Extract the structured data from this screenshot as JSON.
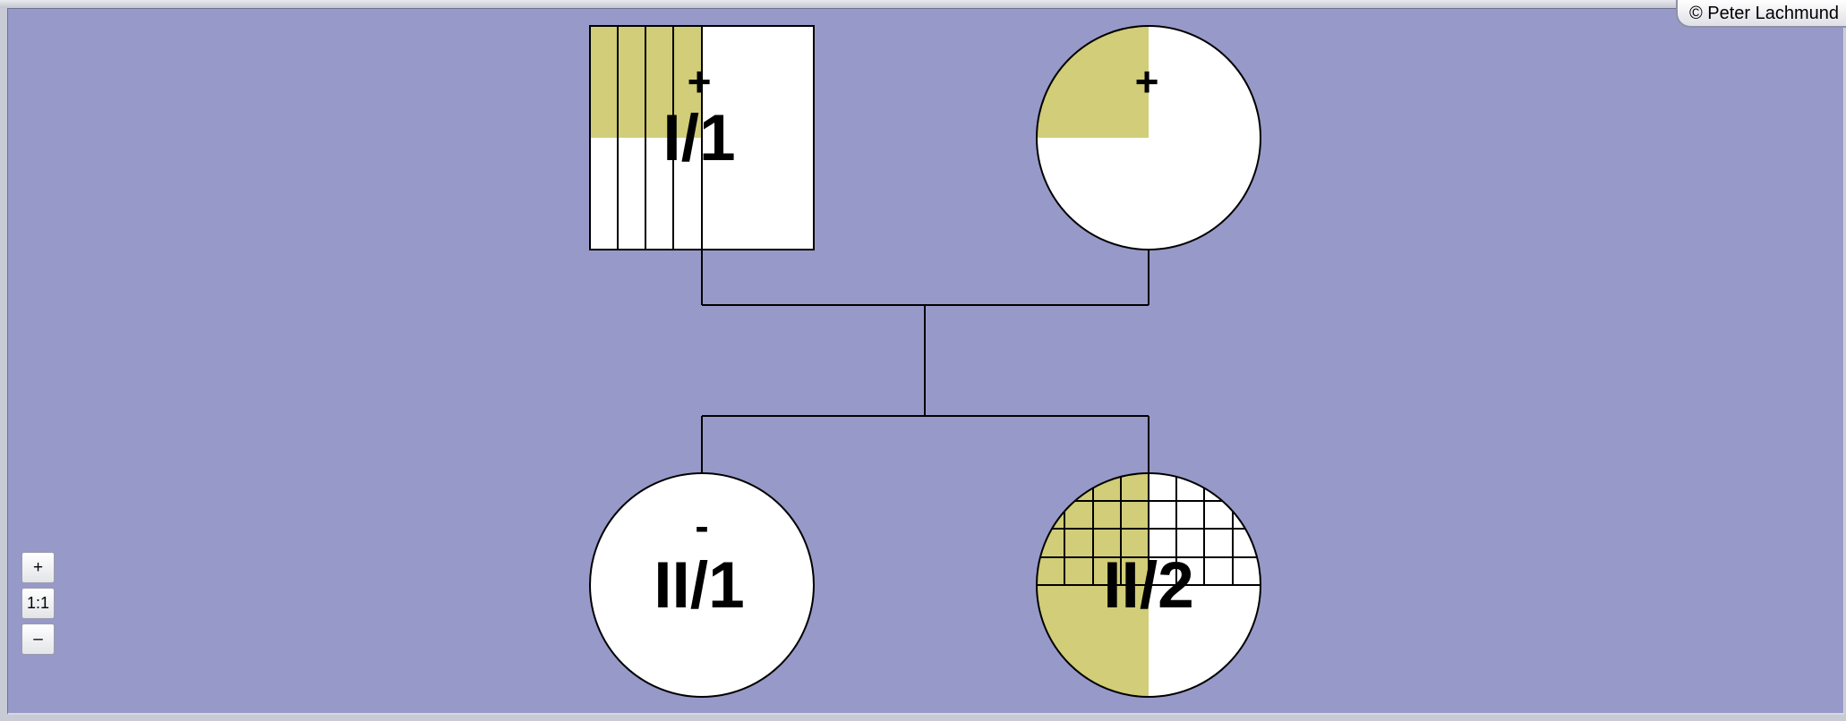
{
  "copyright": "© Peter Lachmund",
  "zoom": {
    "zoom_in_label": "+",
    "reset_label": "1:1",
    "zoom_out_label": "–"
  },
  "colors": {
    "canvas_background": "#9799c9",
    "affected_fill": "#d1cd78",
    "symbol_fill": "#ffffff",
    "line_color": "#000000"
  },
  "individuals": [
    {
      "id": "I/1",
      "label": "I/1",
      "sex": "male",
      "shape": "square",
      "status_mark": "+",
      "pattern": "vertical-lines",
      "affected_quadrant": "top-left"
    },
    {
      "id": "I/2",
      "label": "",
      "sex": "female",
      "shape": "circle",
      "status_mark": "+",
      "pattern": "none",
      "affected_quadrant": "top-left"
    },
    {
      "id": "II/1",
      "label": "II/1",
      "sex": "female",
      "shape": "circle",
      "status_mark": "-",
      "pattern": "none",
      "affected_quadrant": "none"
    },
    {
      "id": "II/2",
      "label": "II/2",
      "sex": "female",
      "shape": "circle",
      "status_mark": "",
      "pattern": "grid",
      "affected_quadrant": "left-half"
    }
  ]
}
